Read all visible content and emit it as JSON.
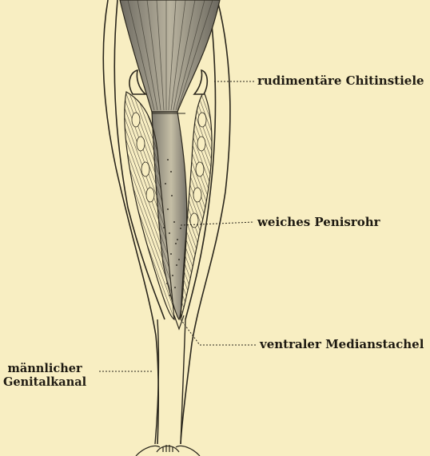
{
  "labels": {
    "chitin_stalks": "rudimentäre Chitinstiele",
    "penis_tube": "weiches Penisrohr",
    "median_spine": "ventraler Medianstachel",
    "genital_canal_line1": "männlicher",
    "genital_canal_line2": "Genitalkanal"
  },
  "colors": {
    "background": "#f8eec2",
    "ink": "#1e1a12",
    "tube_shade": "#8c8a7e"
  }
}
